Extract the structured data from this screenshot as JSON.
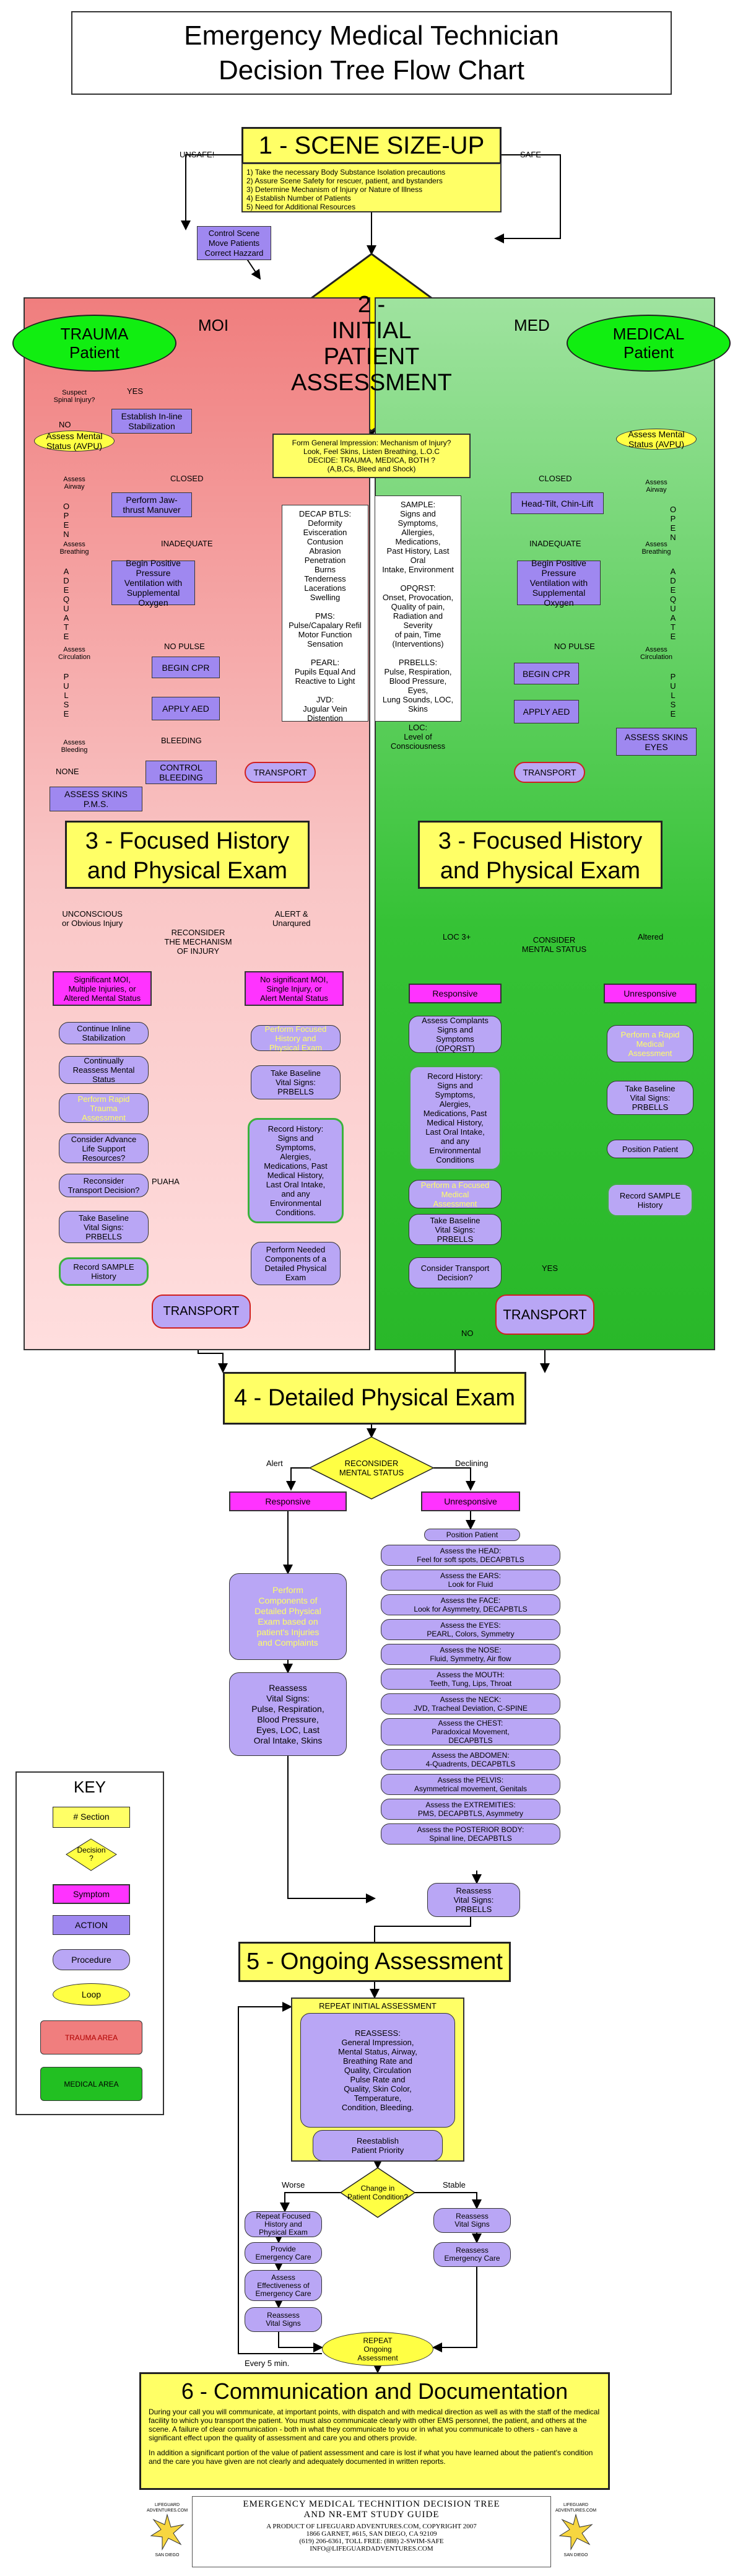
{
  "title": {
    "line1": "Emergency Medical Technician",
    "line2": "Decision Tree Flow Chart"
  },
  "sections": {
    "s1": "1 - SCENE SIZE-UP",
    "s2": [
      "2 -",
      "INITIAL",
      "PATIENT",
      "ASSESSMENT"
    ],
    "s3l": [
      "3 - Focused History",
      "and Physical Exam"
    ],
    "s3r": [
      "3 - Focused History",
      "and Physical Exam"
    ],
    "s4": "4 - Detailed Physical Exam",
    "s5": "5 - Ongoing Assessment",
    "s6": "6 - Communication and Documentation"
  },
  "scene": {
    "list": [
      "1) Take the necessary Body Substance Isolation precautions",
      "2) Assure Scene Safety for rescuer, patient, and bystanders",
      "3) Determine Mechanism of Injury or Nature of Illness",
      "4) Establish Number of Patients",
      "5) Need for Additional Resources"
    ],
    "unsafe": "UNSAFE!",
    "safe": "SAFE",
    "control": [
      "Control Scene",
      "Move Patients",
      "Correct Hazzard"
    ]
  },
  "initial": {
    "moi": "MOI",
    "med": "MED",
    "general": [
      "Form General Impression: Mechanism of Injury?",
      "Look, Feel Skins, Listen Breathing, L.O.C",
      "DECIDE: TRAUMA, MEDICA, BOTH ?",
      "(A,B,Cs, Bleed and Shock)"
    ],
    "trauma_patient": [
      "TRAUMA",
      "Patient"
    ],
    "medical_patient": [
      "MEDICAL",
      "Patient"
    ]
  },
  "notes": {
    "left": [
      "DECAP BTLS:",
      "Deformity",
      "Evisceration",
      "Contusion",
      "Abrasion",
      "Penetration",
      "Burns",
      "Tenderness",
      "Lacerations",
      "Swelling",
      "",
      "PMS:",
      "Pulse/Capalary Refil",
      "Motor Function",
      "Sensation",
      "",
      "PEARL:",
      "Pupils Equal And",
      "Reactive to Light",
      "",
      "JVD:",
      "Jugular Vein Distention"
    ],
    "right": [
      "SAMPLE:",
      "Signs and Symptoms,",
      "Allergies, Medications,",
      "Past History, Last Oral",
      "Intake, Environment",
      "",
      "OPQRST:",
      "Onset, Provocation,",
      "Quality of pain,",
      "Radiation and Severity",
      "of pain, Time",
      "(Interventions)",
      "",
      "PRBELLS:",
      "Pulse, Respiration,",
      "Blood Pressure, Eyes,",
      "Lung Sounds, LOC,",
      "Skins",
      "",
      "LOC:",
      "Level of",
      "Consciousness"
    ]
  },
  "trauma": {
    "spinal": [
      "Suspect",
      "Spinal Injury?"
    ],
    "yes": "YES",
    "no": "NO",
    "inline": [
      "Establish In-line",
      "Stabilization"
    ],
    "mental": [
      "Assess Mental",
      "Status (AVPU)"
    ],
    "airway": [
      "Assess",
      "Airway"
    ],
    "closed": "CLOSED",
    "jaw": [
      "Perform Jaw-",
      "thrust Manuver"
    ],
    "open": "OPEN",
    "breathing": [
      "Assess",
      "Breathing"
    ],
    "inadequate": "INADEQUATE",
    "ppv": [
      "Begin Positive",
      "Pressure",
      "Ventilation with",
      "Supplemental",
      "Oxygen"
    ],
    "adequate": "ADEQUATE",
    "circulation": [
      "Assess",
      "Circulation"
    ],
    "nopulse": "NO PULSE",
    "cpr": "BEGIN CPR",
    "aed": "APPLY AED",
    "pulse": "PULSE",
    "bleeding": [
      "Assess",
      "Bleeding"
    ],
    "bleeding_lbl": "BLEEDING",
    "control_bleeding": [
      "CONTROL",
      "BLEEDING"
    ],
    "none": "NONE",
    "skins": [
      "ASSESS SKINS",
      "P.M.S."
    ],
    "transport": "TRANSPORT"
  },
  "medical": {
    "mental": [
      "Assess Mental",
      "Status (AVPU)"
    ],
    "closed": "CLOSED",
    "headtilt": "Head-Tilt, Chin-Lift",
    "airway": [
      "Assess",
      "Airway"
    ],
    "open": "OPEN",
    "breathing": [
      "Assess",
      "Breathing"
    ],
    "inadequate": "INADEQUATE",
    "ppv": [
      "Begin Positive",
      "Pressure",
      "Ventilation with",
      "Supplemental",
      "Oxygen"
    ],
    "adequate": "ADEQUATE",
    "circulation": [
      "Assess",
      "Circulation"
    ],
    "nopulse": "NO PULSE",
    "cpr": "BEGIN CPR",
    "aed": "APPLY AED",
    "pulse": "PULSE",
    "skins": [
      "ASSESS SKINS",
      "EYES"
    ],
    "transport": "TRANSPORT"
  },
  "focused_trauma": {
    "unconscious": [
      "UNCONSCIOUS",
      "or Obvious Injury"
    ],
    "alert": [
      "ALERT &",
      "Unarqured"
    ],
    "reconsider": [
      "RECONSIDER",
      "THE MECHANISM",
      "OF INJURY"
    ],
    "sig": [
      "Significant MOI,",
      "Multiple Injuries, or",
      "Altered Mental Status"
    ],
    "nosig": [
      "No significant MOI,",
      "Single Injury, or",
      "Alert Mental Status"
    ],
    "left_steps": [
      [
        "Continue Inline",
        "Stabilization"
      ],
      [
        "Continually",
        "Reassess Mental",
        "Status"
      ],
      [
        "Perform Rapid",
        "Trauma",
        "Assessment"
      ],
      [
        "Consider Advance",
        "Life Support",
        "Resources?"
      ],
      [
        "Reconsider",
        "Transport Decision?"
      ],
      [
        "Take Baseline",
        "Vital Signs:",
        "PRBELLS"
      ],
      [
        "Record SAMPLE",
        "History"
      ]
    ],
    "right_steps": [
      [
        "Perform Focused",
        "History and",
        "Physical Exam"
      ],
      [
        "Take Baseline",
        "Vital Signs:",
        "PRBELLS"
      ],
      [
        "Record History:",
        "Signs and",
        "Symptoms,",
        "Alergies,",
        "Medications, Past",
        "Medical History,",
        "Last Oral Intake,",
        "and any",
        "Environmental",
        "Conditions."
      ],
      [
        "Perform Needed",
        "Components of a",
        "Detailed Physical",
        "Exam"
      ]
    ],
    "puaha": "PUAHA",
    "transport": "TRANSPORT"
  },
  "focused_medical": {
    "loc": "LOC 3+",
    "altered": "Altered",
    "consider": [
      "CONSIDER",
      "MENTAL STATUS"
    ],
    "responsive": "Responsive",
    "unresponsive": "Unresponsive",
    "left_steps": [
      [
        "Assess Complants",
        "Signs and",
        "Symptoms",
        "(OPQRST)"
      ],
      [
        "Record History:",
        "Signs and",
        "Symptoms,",
        "Alergies,",
        "Medications, Past",
        "Medical History,",
        "Last Oral Intake,",
        "and any",
        "Environmental",
        "Conditions"
      ],
      [
        "Perform a Focused",
        "Medical",
        "Assessment"
      ],
      [
        "Take Baseline",
        "Vital Signs:",
        "PRBELLS"
      ],
      [
        "Consider Transport",
        "Decision?"
      ]
    ],
    "right_steps": [
      [
        "Perform a Rapid",
        "Medical",
        "Assessment"
      ],
      [
        "Take Baseline",
        "Vital Signs:",
        "PRBELLS"
      ],
      [
        "Position Patient"
      ],
      [
        "Record SAMPLE",
        "History"
      ]
    ],
    "yes": "YES",
    "no": "NO",
    "transport": "TRANSPORT"
  },
  "detailed": {
    "alert": "Alert",
    "declining": "Declining",
    "reconsider": [
      "RECONSIDER",
      "MENTAL STATUS"
    ],
    "responsive": "Responsive",
    "unresponsive": "Unresponsive",
    "left_focused": [
      "Perform",
      "Components of",
      "Detailed Physical",
      "Exam based on",
      "patient's Injuries",
      "and Complaints"
    ],
    "left_reassess": [
      "Reassess",
      "Vital Signs:",
      "Pulse, Respiration,",
      "Blood Pressure,",
      "Eyes, LOC, Last",
      "Oral Intake, Skins"
    ],
    "exams": [
      [
        "Position Patient"
      ],
      [
        "Assess the HEAD:",
        "Feel for soft spots, DECAPBTLS"
      ],
      [
        "Assess the EARS:",
        "Look for Fluid"
      ],
      [
        "Assess the FACE:",
        "Look for Asymmetry, DECAPBTLS"
      ],
      [
        "Assess the EYES:",
        "PEARL, Colors, Symmetry"
      ],
      [
        "Assess the NOSE:",
        "Fluid, Symmetry, Air flow"
      ],
      [
        "Assess the MOUTH:",
        "Teeth, Tung, Lips, Throat"
      ],
      [
        "Assess the NECK:",
        "JVD, Tracheal Deviation, C-SPINE"
      ],
      [
        "Assess the CHEST:",
        "Paradoxical Movement,",
        "DECAPBTLS"
      ],
      [
        "Assess the ABDOMEN:",
        "4-Quadrents, DECAPBTLS"
      ],
      [
        "Assess the PELVIS:",
        "Asymmetrical movement, Genitals"
      ],
      [
        "Assess the EXTREMITIES:",
        "PMS, DECAPBTLS, Asymmetry"
      ],
      [
        "Assess the POSTERIOR BODY:",
        "Spinal line, DECAPBTLS"
      ]
    ],
    "right_reassess": [
      "Reassess",
      "Vital Signs:",
      "PRBELLS"
    ]
  },
  "ongoing": {
    "repeat_header": "REPEAT INITIAL ASSESSMENT",
    "reassess": [
      "REASSESS:",
      "General Impression,",
      "Mental Status, Airway,",
      "Breathing Rate and",
      "Quality, Circulation",
      "Pulse Rate and",
      "Quality, Skin Color,",
      "Temperature,",
      "Condition, Bleeding."
    ],
    "reestablish": [
      "Reestablish",
      "Patient Priority"
    ],
    "change": [
      "Change in",
      "Patient Condition?"
    ],
    "worse": "Worse",
    "stable": "Stable",
    "left_steps": [
      [
        "Repeat Focused",
        "History and",
        "Physical Exam"
      ],
      [
        "Provide",
        "Emergency Care"
      ],
      [
        "Assess",
        "Effectiveness of",
        "Emergency Care"
      ],
      [
        "Reassess",
        "Vital Signs"
      ]
    ],
    "right_steps": [
      [
        "Reassess",
        "Vital Signs"
      ],
      [
        "Reassess",
        "Emergency Care"
      ]
    ],
    "repeat_loop": [
      "REPEAT",
      "Ongoing",
      "Assessment"
    ],
    "every5": "Every 5 min."
  },
  "key": {
    "title": "KEY",
    "section": "# Section",
    "decision": [
      "Decision",
      "?"
    ],
    "symptom": "Symptom",
    "action": "ACTION",
    "procedure": "Procedure",
    "loop": "Loop",
    "trauma": "TRAUMA AREA",
    "medical": "MEDICAL AREA"
  },
  "communication": {
    "p1": "During your call you will communicate, at important points, with dispatch and with medical direction as well as with the staff of the medical facility to which you transport the patient. You must also communicate clearly with other EMS personnel, the patient, and others at the scene. A failure of clear communication - both in what they communicate to you or in what you communicate to others - can have a significant effect upon the quality of assessment and care you and others provide.",
    "p2": "In addition a significant portion of the value of patient assessment and care is lost if what you have learned about the patient's condition and the care you have given are not clearly and adequately documented in written reports."
  },
  "footer": {
    "title": [
      "EMERGENCY MEDICAL TECHNITION DECISION TREE",
      "AND NR-EMT STUDY GUIDE"
    ],
    "lines": [
      "A PRODUCT OF LIFEGUARD ADVENTURES.COM, COPYRIGHT 2007",
      "1866 GARNET, #615, SAN DIEGO, CA 92109",
      "(619) 206-6361, TOLL FREE: (888) 2-SWIM-SAFE",
      "INFO@LIFEGUARDADVENTURES.COM"
    ],
    "logo_left": [
      "LIFEGUARD",
      "ADVENTURES.COM"
    ],
    "logo_right": [
      "LIFEGUARD",
      "ADVENTURES.COM"
    ],
    "city": "SAN DIEGO"
  },
  "colors": {
    "section": "#ffff66",
    "symptom": "#ff33ff",
    "action": "#9f88f0",
    "procedure": "#b9a6f5",
    "loop": "#ffff44",
    "trauma": "#f07e7e",
    "medical": "#35c235"
  }
}
